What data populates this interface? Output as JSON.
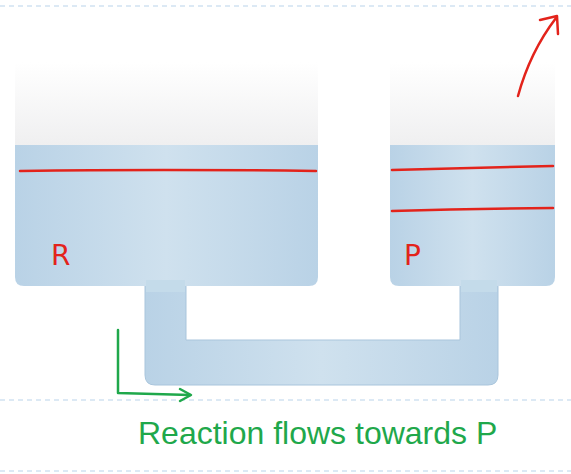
{
  "diagram": {
    "nodes": [
      {
        "text": [
          "R"
        ]
      },
      {
        "text": [
          "P"
        ]
      }
    ],
    "labels": [
      "Reaction flows towards P"
    ]
  }
}
